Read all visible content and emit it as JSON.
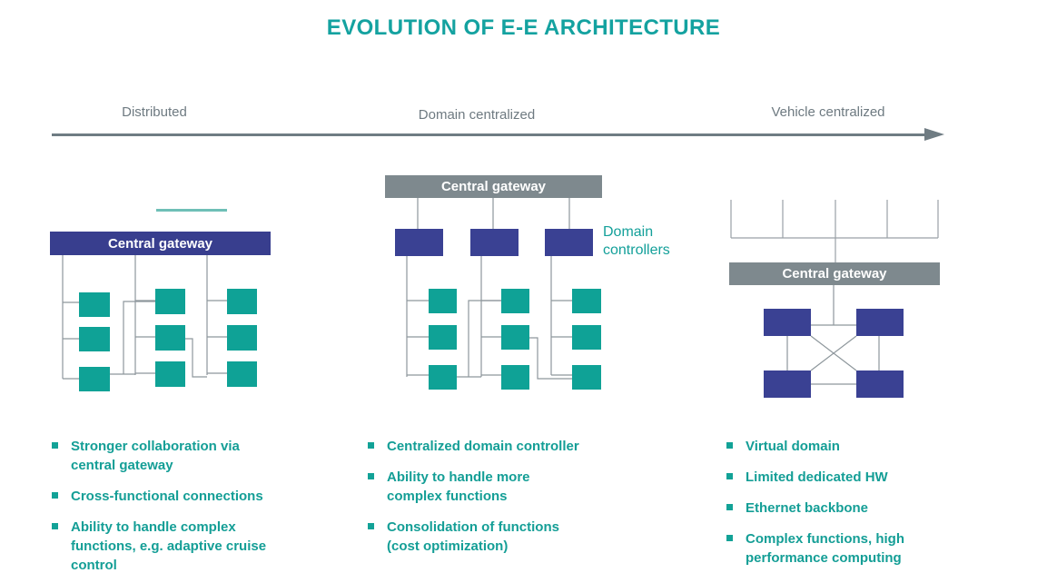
{
  "title": "EVOLUTION OF E-E ARCHITECTURE",
  "stages": [
    {
      "label": "Distributed",
      "bullets": [
        "Stronger collaboration via\ncentral gateway",
        "Cross-functional connections",
        "Ability to handle complex\nfunctions, e.g. adaptive cruise\ncontrol"
      ]
    },
    {
      "label": "Domain centralized",
      "bullets": [
        "Centralized domain controller",
        "Ability to handle more\ncomplex functions",
        "Consolidation of functions\n(cost optimization)"
      ]
    },
    {
      "label": "Vehicle centralized",
      "bullets": [
        "Virtual domain",
        "Limited dedicated HW",
        "Ethernet backbone",
        "Complex functions, high\nperformance computing"
      ]
    }
  ],
  "diagrams": {
    "distributed": {
      "gateway_label": "Central gateway"
    },
    "domain_centralized": {
      "gateway_label": "Central gateway",
      "controllers_label": "Domain controllers"
    },
    "vehicle_centralized": {
      "gateway_label": "Central gateway"
    }
  },
  "colors": {
    "title_teal": "#14A2A0",
    "bullet_teal": "#149E96",
    "teal_box": "#0FA296",
    "indigo_box": "#3A4193",
    "indigo_bar": "#383E8E",
    "gray_bar": "#7E898E",
    "connector_gray": "#8E979C",
    "arrow_gray": "#6F7C83",
    "stage_label_gray": "#6E7A81"
  }
}
